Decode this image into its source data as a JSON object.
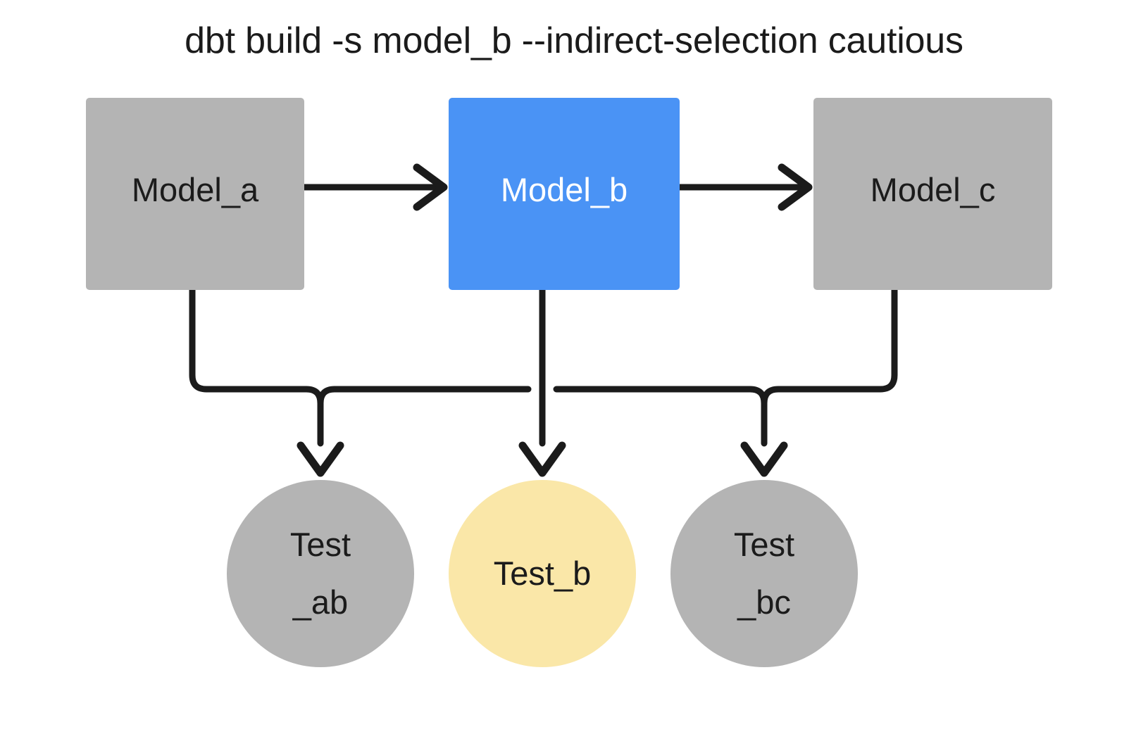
{
  "title": "dbt build -s model_b --indirect-selection cautious",
  "colors": {
    "background": "#ffffff",
    "node_default": "#b4b4b4",
    "node_selected": "#4a93f5",
    "node_indirect": "#fae7a8",
    "edge": "#1b1b1b",
    "text_dark": "#1b1b1b",
    "text_light": "#ffffff"
  },
  "nodes": {
    "model_a": {
      "label": "Model_a",
      "shape": "rectangle",
      "fill": "#b4b4b4",
      "text_color": "#1b1b1b"
    },
    "model_b": {
      "label": "Model_b",
      "shape": "rectangle",
      "fill": "#4a93f5",
      "text_color": "#ffffff"
    },
    "model_c": {
      "label": "Model_c",
      "shape": "rectangle",
      "fill": "#b4b4b4",
      "text_color": "#1b1b1b"
    },
    "test_ab": {
      "label": "Test\n_ab",
      "shape": "circle",
      "fill": "#b4b4b4",
      "text_color": "#1b1b1b"
    },
    "test_b": {
      "label": "Test_b",
      "shape": "circle",
      "fill": "#fae7a8",
      "text_color": "#1b1b1b"
    },
    "test_bc": {
      "label": "Test\n_bc",
      "shape": "circle",
      "fill": "#b4b4b4",
      "text_color": "#1b1b1b"
    }
  },
  "edges": [
    {
      "from": "model_a",
      "to": "model_b",
      "style": "arrow-right"
    },
    {
      "from": "model_b",
      "to": "model_c",
      "style": "arrow-right"
    },
    {
      "from": "model_a",
      "to": "test_ab",
      "style": "elbow-arrow-down"
    },
    {
      "from": "model_b",
      "to": "test_ab",
      "style": "elbow-arrow-down"
    },
    {
      "from": "model_b",
      "to": "test_b",
      "style": "arrow-down"
    },
    {
      "from": "model_b",
      "to": "test_bc",
      "style": "elbow-arrow-down"
    },
    {
      "from": "model_c",
      "to": "test_bc",
      "style": "elbow-arrow-down"
    }
  ]
}
